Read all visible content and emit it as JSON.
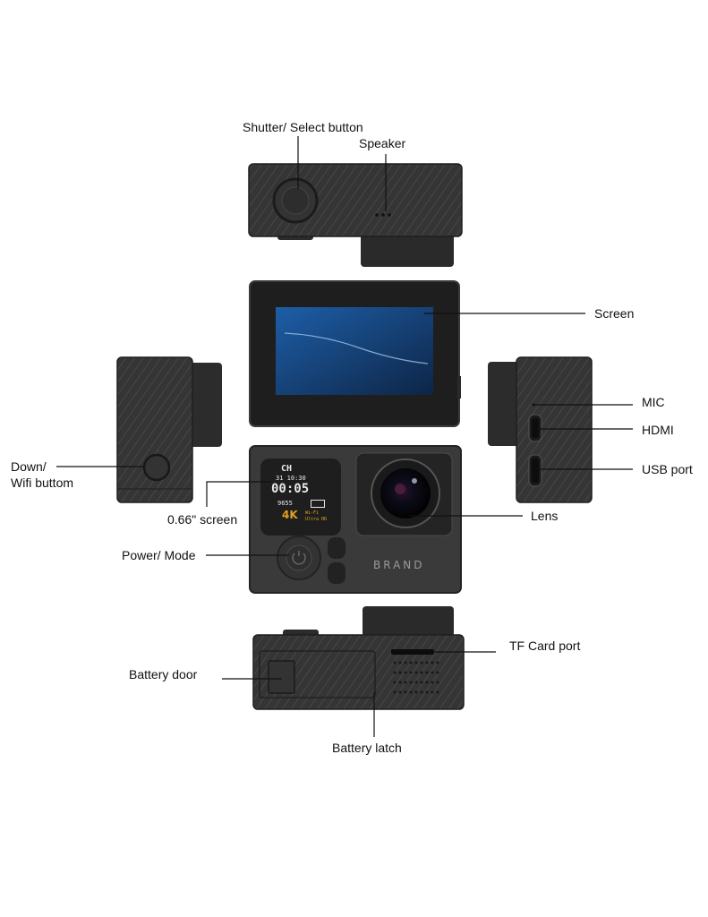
{
  "labels": {
    "shutter": "Shutter/ Select button",
    "speaker": "Speaker",
    "screen": "Screen",
    "mic": "MIC",
    "hdmi": "HDMI",
    "usb": "USB port",
    "down_line1": "Down/",
    "down_line2": "Wifi buttom",
    "small_screen": "0.66\" screen",
    "lens": "Lens",
    "power": "Power/ Mode",
    "tf": "TF Card port",
    "battery_door": "Battery door",
    "battery_latch": "Battery latch"
  },
  "mini_display": {
    "top": "CH",
    "date": "31 10:30",
    "time": "00:05",
    "count": "9655",
    "resolution": "4K",
    "info_line1": "Wi-Fi",
    "info_line2": "Ultra HD"
  },
  "brand": "BRAND",
  "colors": {
    "camera_body": "#3a3a3a",
    "camera_dark": "#242424",
    "screen_blue": "#1f4f86",
    "lens_glass": "#0a0a14",
    "mini_text": "#e8e8e8",
    "mini_accent": "#e0a020"
  }
}
